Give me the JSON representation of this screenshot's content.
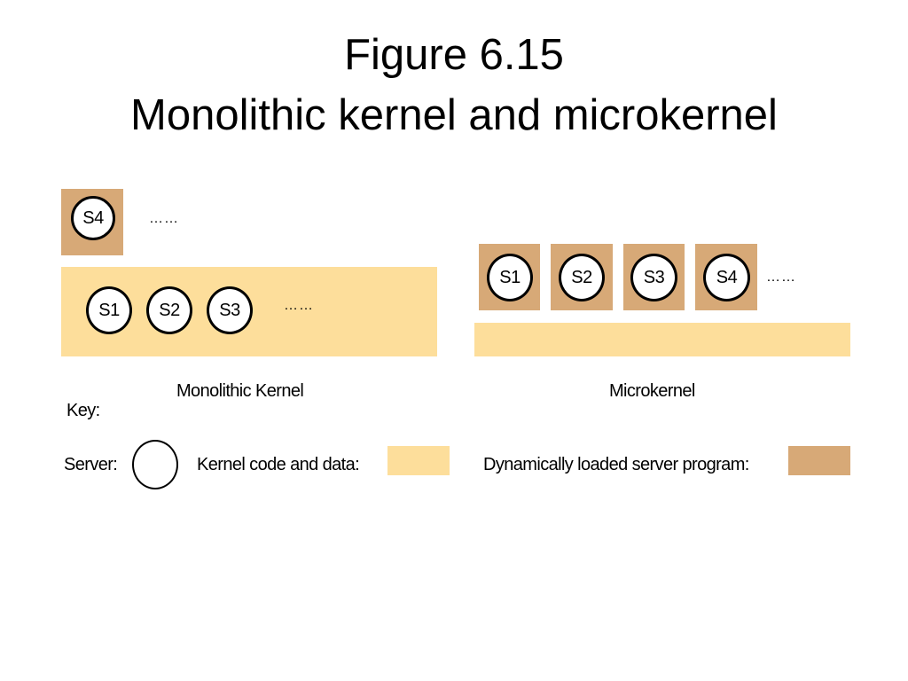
{
  "colors": {
    "kernel_code": "#FDDE9B",
    "dynamic_server": "#D7A977",
    "background": "#FFFFFF",
    "stroke": "#000000"
  },
  "title": {
    "line1": "Figure 6.15",
    "line2": "Monolithic kernel and microkernel"
  },
  "monolithic": {
    "loaded_server": "S4",
    "loaded_ellipsis": "……",
    "servers": [
      "S1",
      "S2",
      "S3"
    ],
    "ellipsis": "……",
    "caption": "Monolithic Kernel"
  },
  "microkernel": {
    "servers": [
      "S1",
      "S2",
      "S3",
      "S4"
    ],
    "ellipsis": "……",
    "caption": "Microkernel"
  },
  "key": {
    "heading": "Key:",
    "server_label": "Server:",
    "kernel_label": "Kernel  code and data:",
    "dynamic_label": "Dynamically loaded server program:"
  }
}
